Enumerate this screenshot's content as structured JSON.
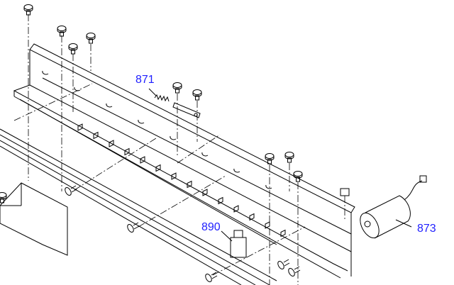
{
  "diagram": {
    "callouts": [
      {
        "id": "871",
        "label": "871"
      },
      {
        "id": "890",
        "label": "890"
      },
      {
        "id": "873",
        "label": "873"
      }
    ],
    "label_color": "#1f1fff"
  }
}
